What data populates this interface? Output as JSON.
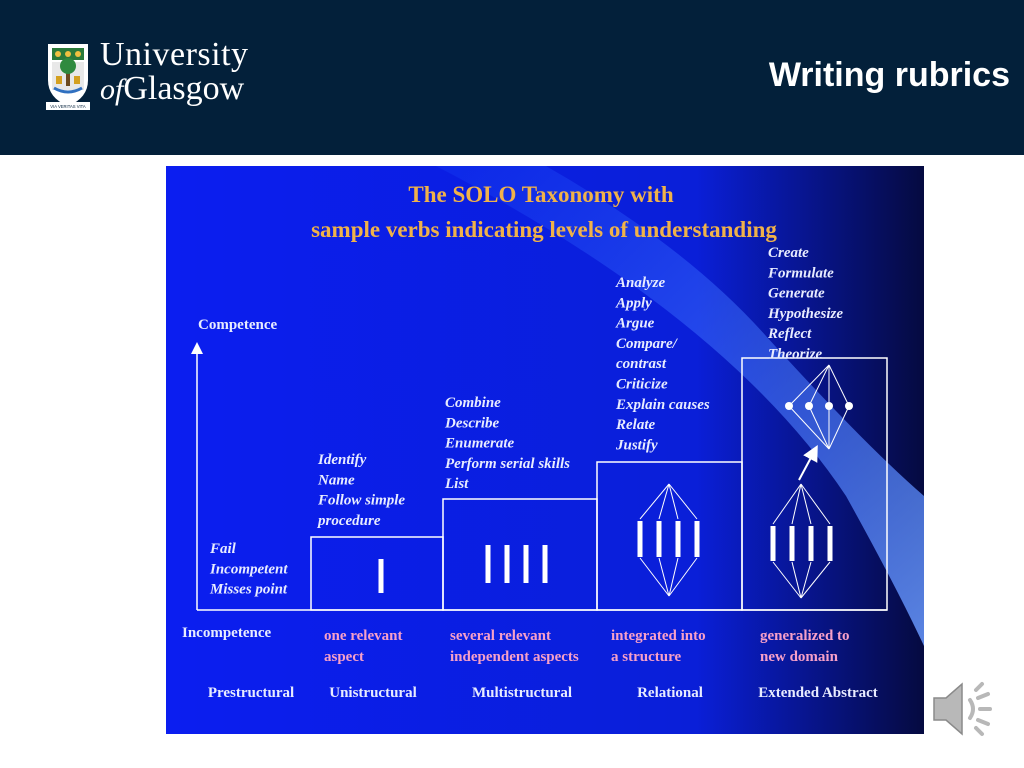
{
  "header": {
    "logo_line1": "University",
    "logo_of": "of",
    "logo_line2": "Glasgow",
    "crest_motto": "VIA VERITAS VITA",
    "title": "Writing rubrics"
  },
  "figure": {
    "title_line1": "The SOLO Taxonomy with",
    "title_line2": "sample verbs indicating levels of understanding",
    "axis_top": "Competence",
    "axis_bottom": "Incompetence",
    "colors": {
      "background": "#0b1ef0",
      "title": "#f0b24a",
      "text": "#e8ecff",
      "description": "#f7a0c8",
      "frame": "#ffffff"
    },
    "levels": [
      {
        "name": "Prestructural",
        "description_lines": [],
        "verbs": [
          "Fail",
          "Incompetent",
          "Misses point"
        ]
      },
      {
        "name": "Unistructural",
        "description_lines": [
          "one relevant",
          "aspect"
        ],
        "verbs": [
          "Identify",
          "Name",
          "Follow simple",
          "  procedure"
        ]
      },
      {
        "name": "Multistructural",
        "description_lines": [
          "several relevant",
          "independent aspects"
        ],
        "verbs": [
          "Combine",
          "Describe",
          "Enumerate",
          "Perform serial skills",
          "List"
        ]
      },
      {
        "name": "Relational",
        "description_lines": [
          "integrated into",
          "a structure"
        ],
        "verbs": [
          "Analyze",
          "Apply",
          "Argue",
          "Compare/",
          "  contrast",
          "Criticize",
          "Explain causes",
          "Relate",
          "Justify"
        ]
      },
      {
        "name": "Extended Abstract",
        "description_lines": [
          "generalized to",
          "new domain"
        ],
        "verbs": [
          "Create",
          "Formulate",
          "Generate",
          "Hypothesize",
          "Reflect",
          "Theorize"
        ]
      }
    ]
  },
  "speaker": {
    "icon": "speaker-icon"
  }
}
